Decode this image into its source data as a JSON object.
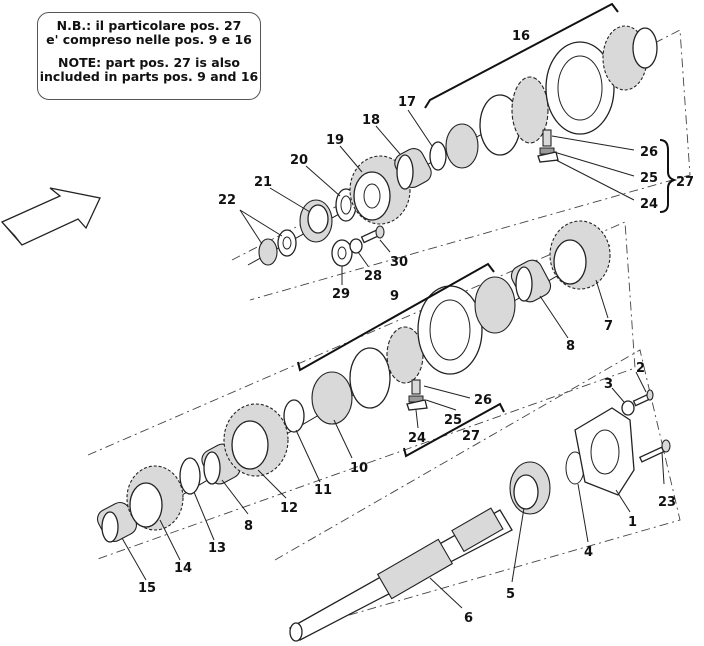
{
  "note": {
    "line_it_1": "N.B.: il particolare pos. 27",
    "line_it_2": "e' compreso nelle pos. 9 e 16",
    "line_en_1": "NOTE: part pos. 27 is also",
    "line_en_2": "included in parts pos. 9 and 16"
  },
  "labels": {
    "p1": "1",
    "p2": "2",
    "p3": "3",
    "p4": "4",
    "p5": "5",
    "p6": "6",
    "p7": "7",
    "p8a": "8",
    "p8b": "8",
    "p9": "9",
    "p10": "10",
    "p11": "11",
    "p12": "12",
    "p13": "13",
    "p14": "14",
    "p15": "15",
    "p16": "16",
    "p17": "17",
    "p18": "18",
    "p19": "19",
    "p20": "20",
    "p21": "21",
    "p22": "22",
    "p23": "23",
    "p24a": "24",
    "p24b": "24",
    "p25a": "25",
    "p25b": "25",
    "p26a": "26",
    "p26b": "26",
    "p27a": "27",
    "p27b": "27",
    "p28": "28",
    "p29": "29",
    "p30": "30"
  }
}
